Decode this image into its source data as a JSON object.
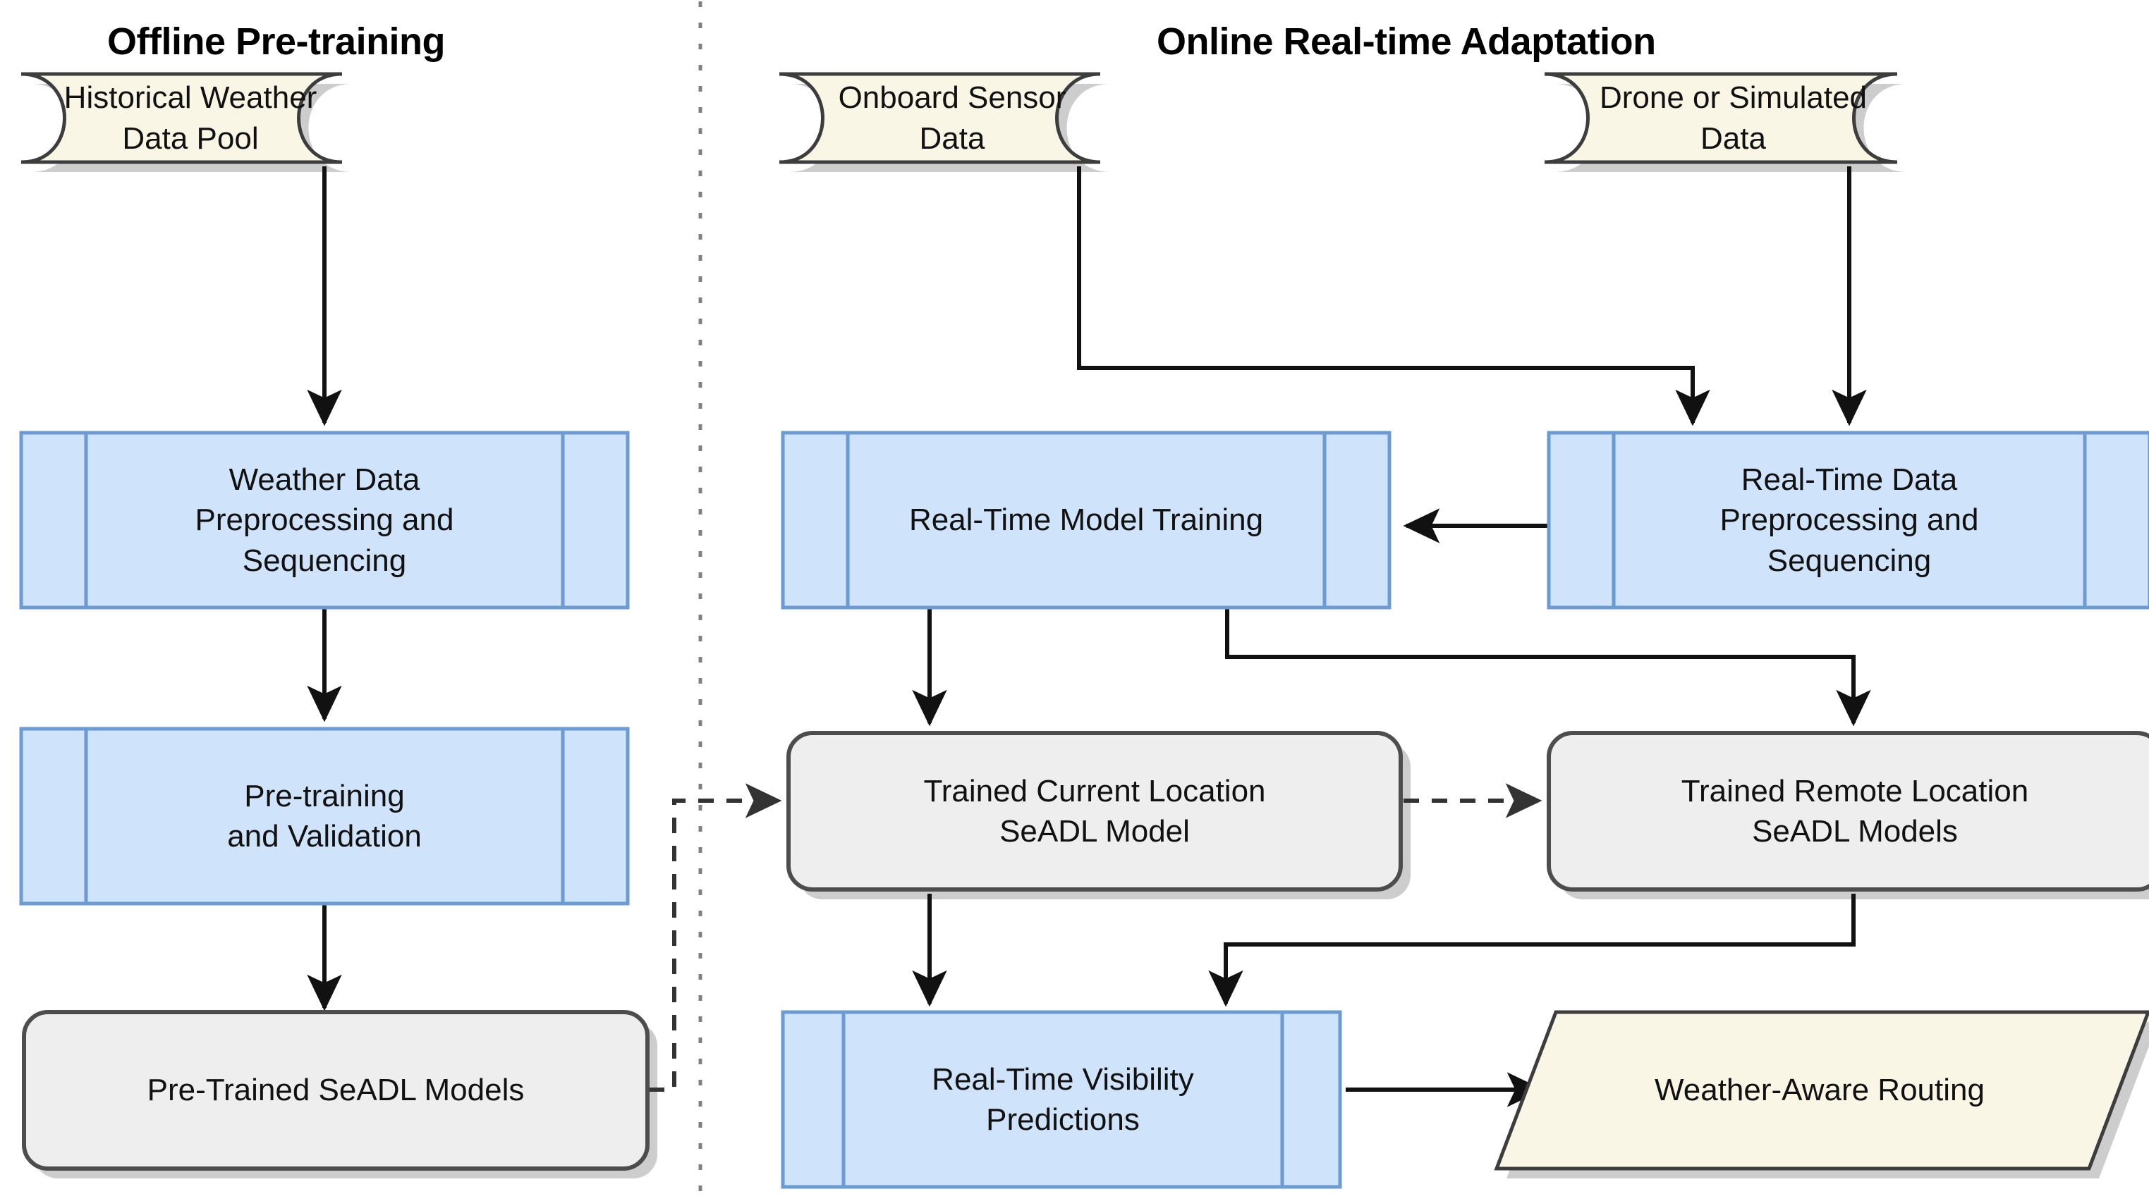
{
  "diagram": {
    "title_left": "Offline Pre-training",
    "title_right": "Online Real-time Adaptation",
    "colors": {
      "data_fill": "#faf6e6",
      "data_stroke": "#3d3d3d",
      "process_fill": "#cfe3fa",
      "process_stroke": "#6b9bd2",
      "model_fill": "#eeeeee",
      "model_stroke": "#4d4d4d",
      "edge": "#1a1a1a",
      "divider": "#7a7a7a",
      "shadow": "#c8c8c8",
      "text": "#111111"
    }
  },
  "nodes": {
    "historical_weather": "Historical Weather\nData Pool",
    "weather_preproc": "Weather Data\nPreprocessing and\nSequencing",
    "pretraining_validation": "Pre-training\nand Validation",
    "pretrained_models": "Pre-Trained SeADL Models",
    "onboard_sensor": "Onboard Sensor Data",
    "drone_simulated": "Drone or Simulated Data",
    "rt_model_training": "Real-Time Model Training",
    "rt_data_preproc": "Real-Time Data\nPreprocessing and\nSequencing",
    "trained_current": "Trained Current Location\nSeADL Model",
    "trained_remote": "Trained Remote Location\nSeADL Models",
    "rt_visibility": "Real-Time Visibility\nPredictions",
    "weather_routing": "Weather-Aware Routing"
  }
}
